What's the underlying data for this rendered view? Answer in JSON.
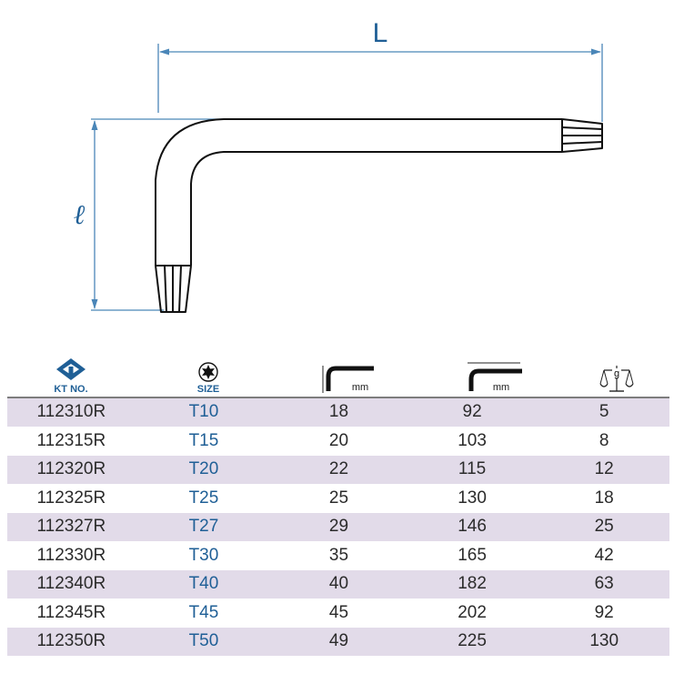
{
  "dimensions": {
    "long_arm_label": "L",
    "short_arm_label": "ℓ"
  },
  "header": {
    "kt_no_label": "KT NO.",
    "size_label": "SIZE",
    "short_unit": "mm",
    "long_unit": "mm",
    "weight_icon_text": "g"
  },
  "icons": [
    "kt-logo-icon",
    "torx-icon",
    "short-arm-icon",
    "long-arm-icon",
    "scale-icon"
  ],
  "colors": {
    "accent": "#1f5f96",
    "row_shade": "#e2dbe9",
    "rule": "#7d7d7d"
  },
  "rows": [
    {
      "kt_no": "112310R",
      "size": "T10",
      "short_mm": "18",
      "long_mm": "92",
      "weight_g": "5"
    },
    {
      "kt_no": "112315R",
      "size": "T15",
      "short_mm": "20",
      "long_mm": "103",
      "weight_g": "8"
    },
    {
      "kt_no": "112320R",
      "size": "T20",
      "short_mm": "22",
      "long_mm": "115",
      "weight_g": "12"
    },
    {
      "kt_no": "112325R",
      "size": "T25",
      "short_mm": "25",
      "long_mm": "130",
      "weight_g": "18"
    },
    {
      "kt_no": "112327R",
      "size": "T27",
      "short_mm": "29",
      "long_mm": "146",
      "weight_g": "25"
    },
    {
      "kt_no": "112330R",
      "size": "T30",
      "short_mm": "35",
      "long_mm": "165",
      "weight_g": "42"
    },
    {
      "kt_no": "112340R",
      "size": "T40",
      "short_mm": "40",
      "long_mm": "182",
      "weight_g": "63"
    },
    {
      "kt_no": "112345R",
      "size": "T45",
      "short_mm": "45",
      "long_mm": "202",
      "weight_g": "92"
    },
    {
      "kt_no": "112350R",
      "size": "T50",
      "short_mm": "49",
      "long_mm": "225",
      "weight_g": "130"
    }
  ]
}
